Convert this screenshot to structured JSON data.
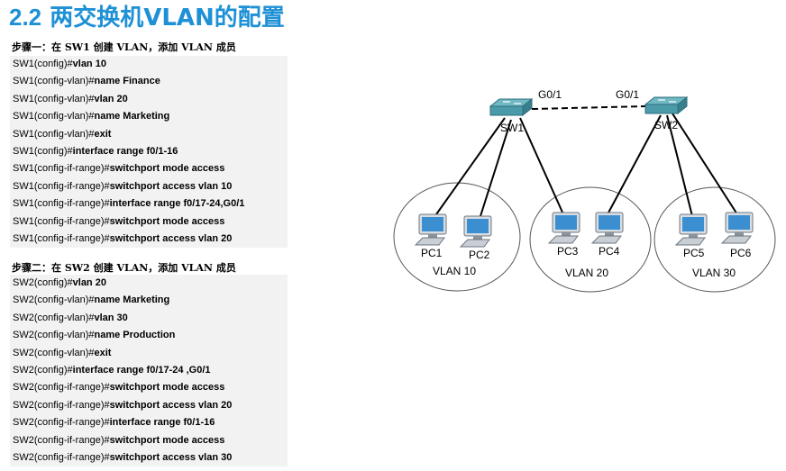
{
  "heading": {
    "number": "2.2",
    "text": " 两交换机VLAN的配置"
  },
  "step1": {
    "title": "步骤一：在 SW1 创建 VLAN，添加 VLAN 成员",
    "lines": [
      {
        "prompt": "SW1(config)#",
        "cmd": "vlan 10"
      },
      {
        "prompt": "SW1(config-vlan)#",
        "cmd": "name Finance"
      },
      {
        "prompt": "SW1(config-vlan)#",
        "cmd": "vlan 20"
      },
      {
        "prompt": "SW1(config-vlan)#",
        "cmd": "name Marketing"
      },
      {
        "prompt": "SW1(config-vlan)#",
        "cmd": "exit"
      },
      {
        "prompt": "SW1(config)#",
        "cmd": "interface range f0/1-16"
      },
      {
        "prompt": "SW1(config-if-range)#",
        "cmd": "switchport mode access"
      },
      {
        "prompt": "SW1(config-if-range)#",
        "cmd": "switchport access vlan 10"
      },
      {
        "prompt": "SW1(config-if-range)#",
        "cmd": "interface range f0/17-24,G0/1"
      },
      {
        "prompt": "SW1(config-if-range)#",
        "cmd": "switchport mode access"
      },
      {
        "prompt": "SW1(config-if-range)#",
        "cmd": "switchport access vlan 20"
      }
    ]
  },
  "step2": {
    "title": "步骤二：在 SW2 创建 VLAN，添加 VLAN 成员",
    "lines": [
      {
        "prompt": "SW2(config)#",
        "cmd": "vlan 20"
      },
      {
        "prompt": "SW2(config-vlan)#",
        "cmd": "name Marketing"
      },
      {
        "prompt": "SW2(config-vlan)#",
        "cmd": "vlan 30"
      },
      {
        "prompt": "SW2(config-vlan)#",
        "cmd": "name Production"
      },
      {
        "prompt": "SW2(config-vlan)#",
        "cmd": "exit"
      },
      {
        "prompt": "SW2(config)#",
        "cmd": "interface range f0/17-24 ,G0/1"
      },
      {
        "prompt": "SW2(config-if-range)#",
        "cmd": "switchport mode access"
      },
      {
        "prompt": "SW2(config-if-range)#",
        "cmd": "switchport access vlan 20"
      },
      {
        "prompt": "SW2(config-if-range)#",
        "cmd": "interface range f0/1-16"
      },
      {
        "prompt": "SW2(config-if-range)#",
        "cmd": "switchport mode access"
      },
      {
        "prompt": "SW2(config-if-range)#",
        "cmd": "switchport access vlan 30"
      }
    ]
  },
  "topology": {
    "switches": [
      "SW1",
      "SW2"
    ],
    "port_left": "G0/1",
    "port_right": "G0/1",
    "pcs": [
      "PC1",
      "PC2",
      "PC3",
      "PC4",
      "PC5",
      "PC6"
    ],
    "vlans": [
      "VLAN 10",
      "VLAN 20",
      "VLAN 30"
    ],
    "colors": {
      "switch": "#4a9aaa",
      "pc_screen": "#3b8fd0",
      "heading": "#1e90d6"
    }
  }
}
